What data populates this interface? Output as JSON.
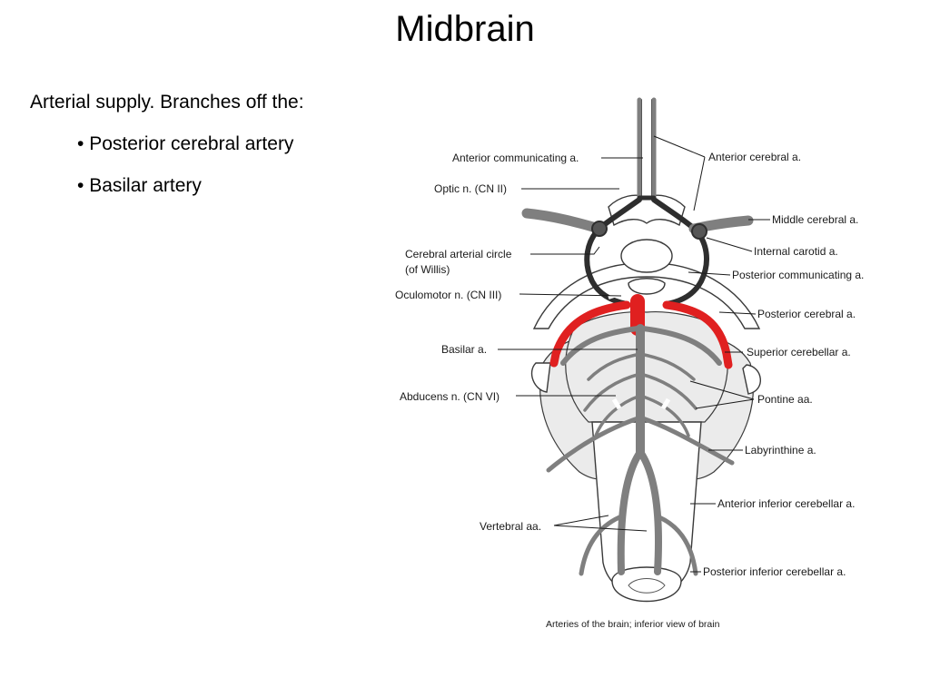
{
  "slide": {
    "title": "Midbrain",
    "intro": "Arterial supply. Branches off the:",
    "bullets": [
      "Posterior cerebral artery",
      "Basilar artery"
    ]
  },
  "diagram": {
    "labels_left": [
      "Anterior communicating a.",
      "Optic n. (CN II)",
      "Cerebral arterial circle",
      "(of Willis)",
      "Oculomotor n. (CN III)",
      "Basilar a.",
      "Abducens n. (CN VI)",
      "Vertebral aa."
    ],
    "labels_right": [
      "Anterior cerebral a.",
      "Middle cerebral a.",
      "Internal carotid a.",
      "Posterior communicating a.",
      "Posterior cerebral a.",
      "Superior cerebellar a.",
      "Pontine aa.",
      "Labyrinthine a.",
      "Anterior inferior cerebellar a.",
      "Posterior inferior cerebellar a."
    ],
    "caption": "Arteries of the brain; inferior view of brain",
    "highlight_color": "#e02020",
    "artery_color": "#7f7f7f"
  }
}
